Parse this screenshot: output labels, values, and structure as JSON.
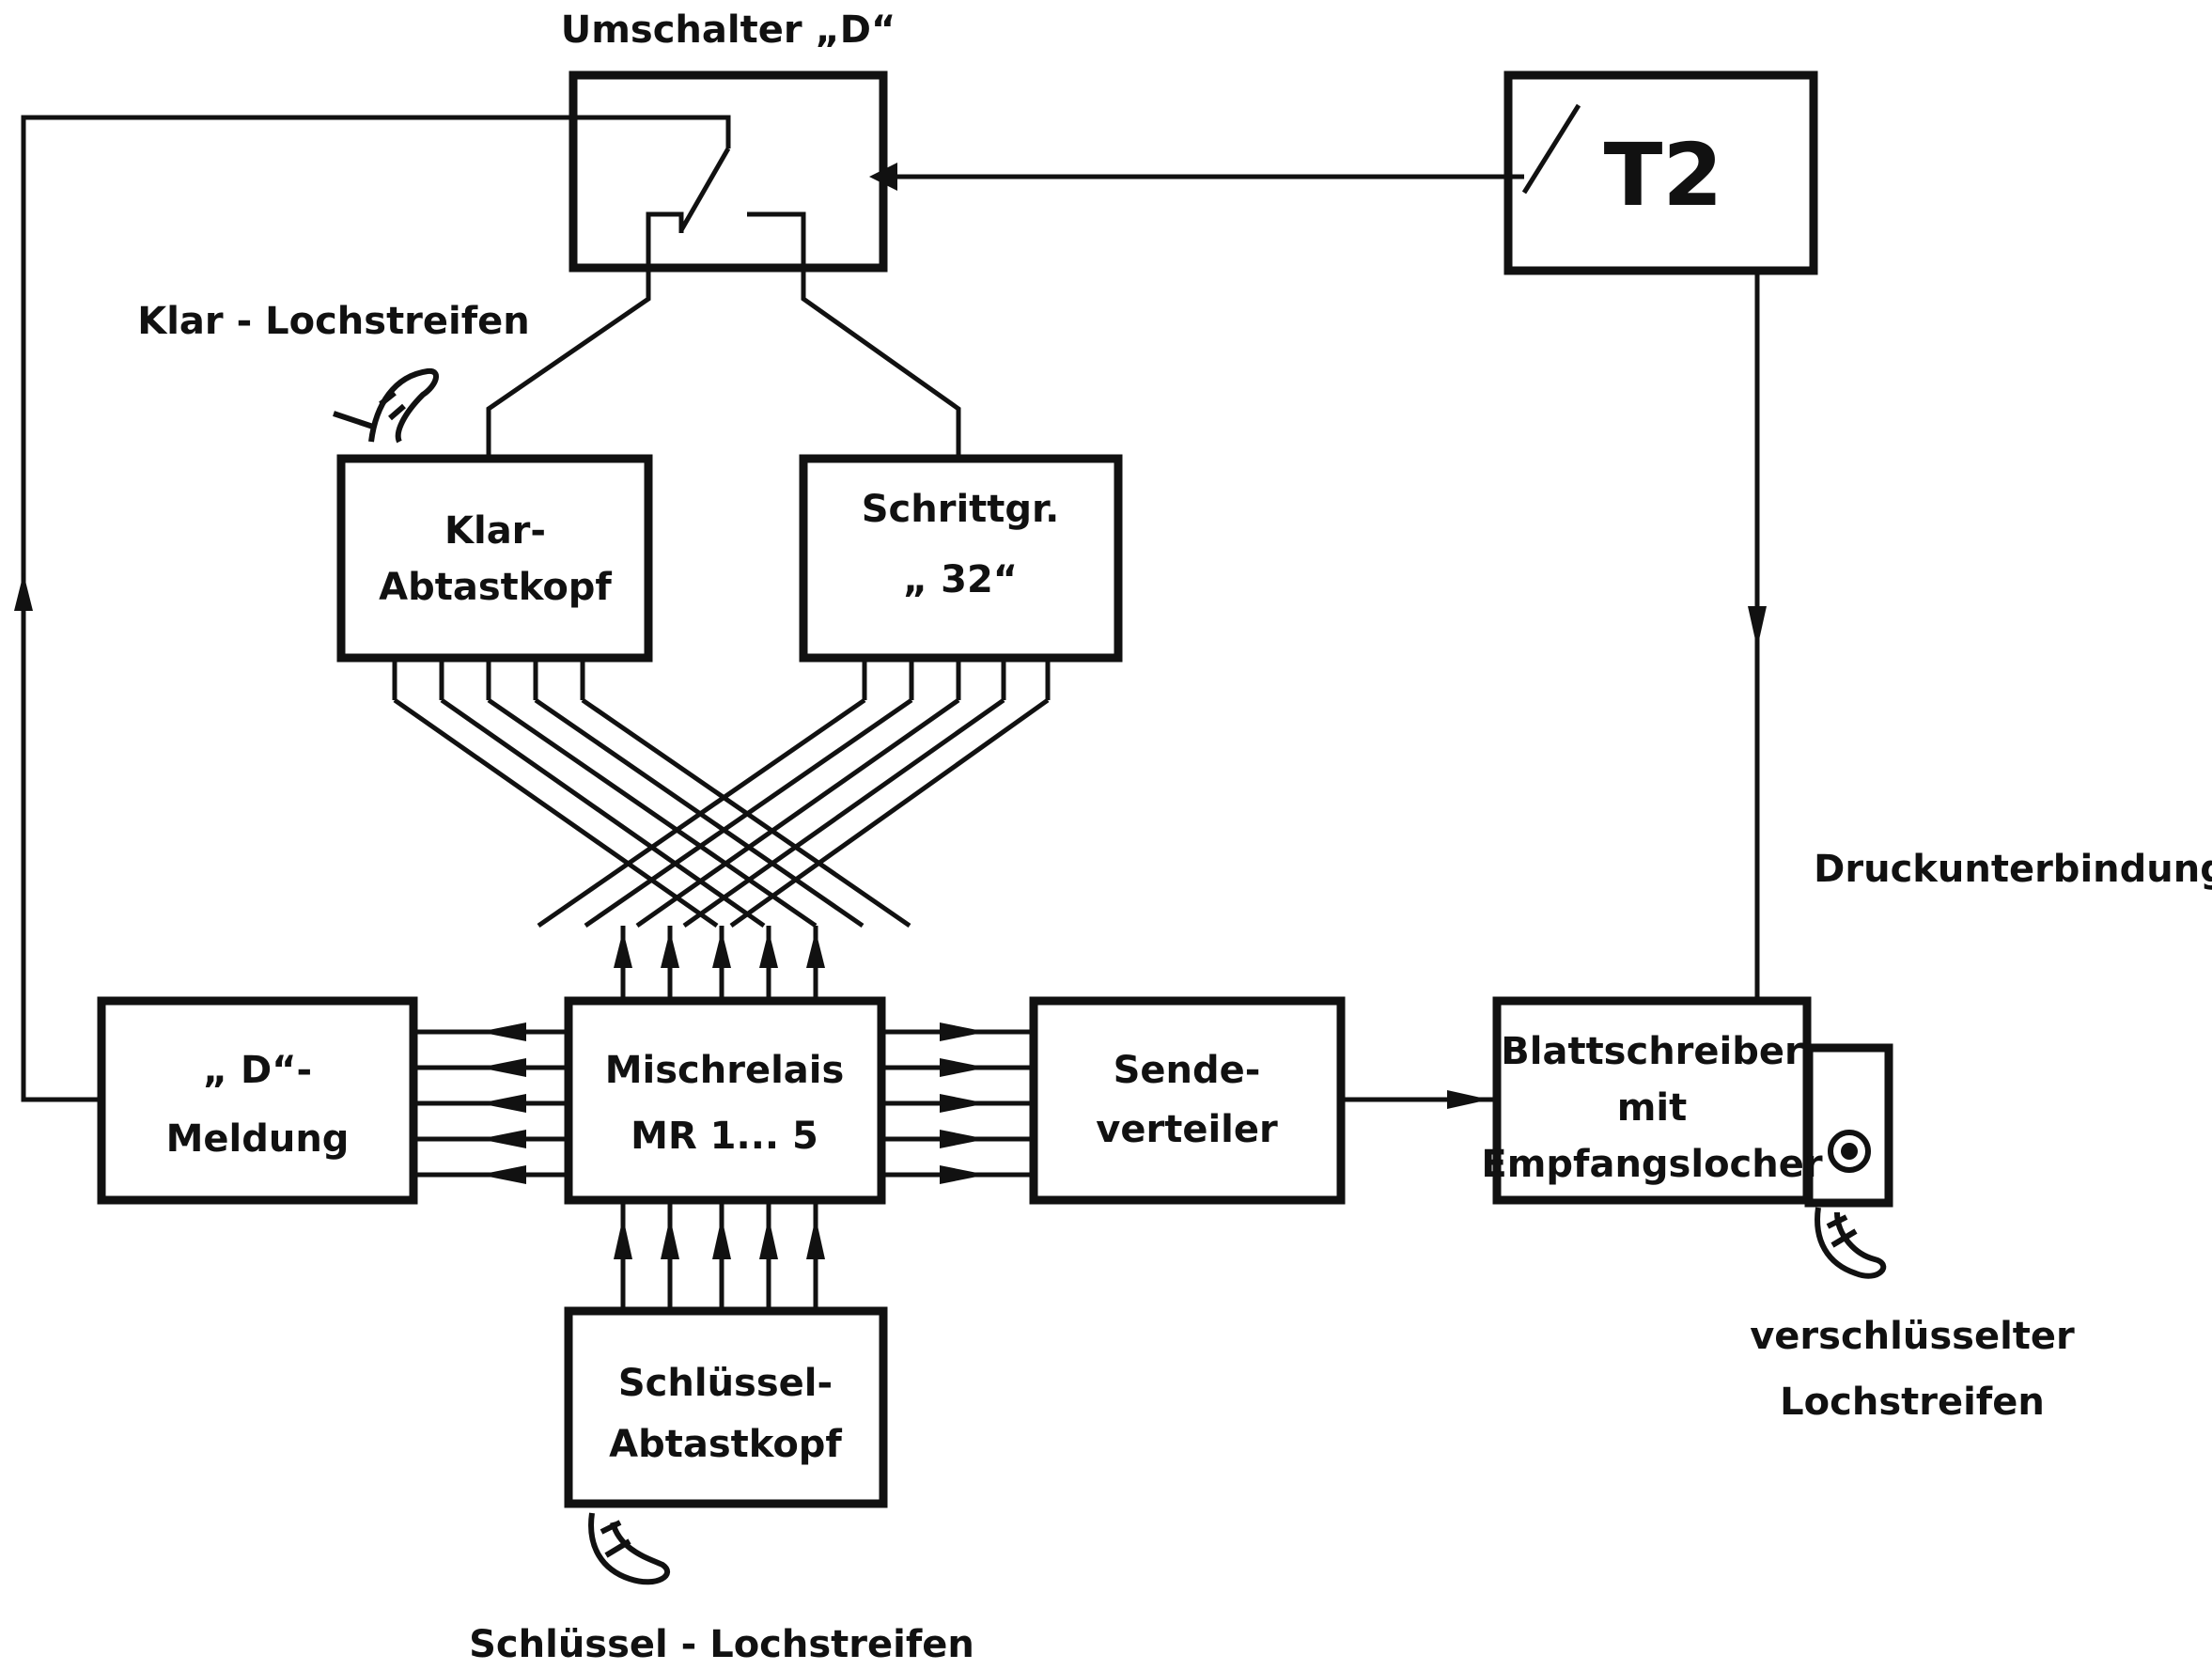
{
  "labels": {
    "umschalter": "Umschalter „D“",
    "t2": "T2",
    "klar_lochstreifen": "Klar - Lochstreifen",
    "klar_line1": "Klar-",
    "klar_line2": "Abtastkopf",
    "schritt_line1": "Schrittgr.",
    "schritt_line2": "„ 32“",
    "druck": "Druckunterbindung",
    "dmeld_line1": "„ D“-",
    "dmeld_line2": "Meldung",
    "misch_line1": "Mischrelais",
    "misch_line2": "MR 1... 5",
    "sende_line1": "Sende-",
    "sende_line2": "verteiler",
    "blatt_line1": "Blattschreiber",
    "blatt_line2": "mit",
    "blatt_line3": "Empfangslocher",
    "schl_line1": "Schlüssel-",
    "schl_line2": "Abtastkopf",
    "verschl_line1": "verschlüsselter",
    "verschl_line2": "Lochstreifen",
    "schl_lochstreifen": "Schlüssel - Lochstreifen"
  },
  "colors": {
    "ink": "#111111",
    "paper": "#ffffff"
  }
}
